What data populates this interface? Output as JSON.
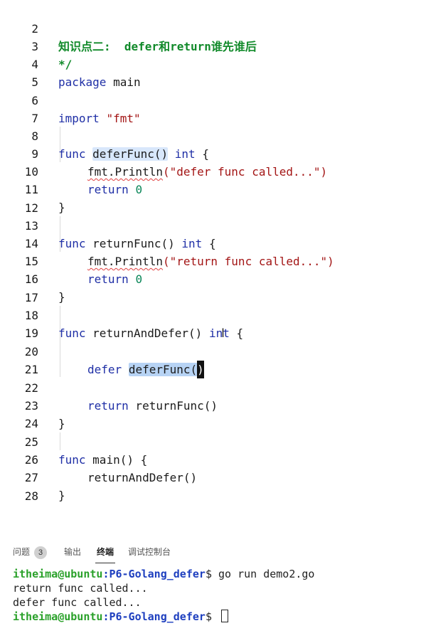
{
  "editor": {
    "lines": [
      {
        "n": "2",
        "comment": "知识点二:  defer和return谁先谁后"
      },
      {
        "n": "3",
        "comment": "*/"
      },
      {
        "n": "4",
        "kw": "package",
        "rest": " main"
      },
      {
        "n": "5"
      },
      {
        "n": "6",
        "kw": "import",
        "str": "\"fmt\""
      },
      {
        "n": "7"
      },
      {
        "n": "8",
        "kw": "func",
        "fn": "deferFunc()",
        "ret": "int",
        "brace": " {"
      },
      {
        "n": "9",
        "pkg": "fmt.Println",
        "str": "(\"defer func called...\")"
      },
      {
        "n": "10",
        "kw": "return",
        "num": "0"
      },
      {
        "n": "11",
        "text": "}"
      },
      {
        "n": "12"
      },
      {
        "n": "13",
        "kw": "func",
        "fn": "returnFunc()",
        "ret": "int",
        "brace": " {"
      },
      {
        "n": "14",
        "pkg": "fmt.Println",
        "str": "(\"return func called...\")"
      },
      {
        "n": "15",
        "kw": "return",
        "num": "0"
      },
      {
        "n": "16",
        "text": "}"
      },
      {
        "n": "17"
      },
      {
        "n": "18",
        "kw": "func",
        "fn": "returnAndDefer()",
        "ret": "int",
        "brace": " {"
      },
      {
        "n": "19"
      },
      {
        "n": "20",
        "kw": "defer",
        "sel": "deferFunc(",
        "cur": ")"
      },
      {
        "n": "21"
      },
      {
        "n": "22",
        "kw": "return",
        "rest": " returnFunc()"
      },
      {
        "n": "23",
        "text": "}"
      },
      {
        "n": "24"
      },
      {
        "n": "25",
        "kw": "func",
        "fn": "main()",
        "brace": " {"
      },
      {
        "n": "26",
        "text": "returnAndDefer()"
      },
      {
        "n": "27",
        "text": "}"
      },
      {
        "n": "28"
      }
    ]
  },
  "panel": {
    "tabs": {
      "problems": "问题",
      "problems_count": "3",
      "output": "输出",
      "terminal": "终端",
      "debug_console": "调试控制台"
    },
    "terminal": {
      "prompt_user": "itheima@ubuntu",
      "prompt_path": ":P6-Golang_defer",
      "prompt_symbol": "$ ",
      "command": "go run demo2.go",
      "output_1": "return func called...",
      "output_2": "defer func called..."
    }
  },
  "colors": {
    "keyword": "#1f2fa6",
    "string": "#a31515",
    "number": "#098658",
    "comment": "#118a2a",
    "prompt_user": "#2aa12a",
    "prompt_path": "#1e3fbf"
  }
}
